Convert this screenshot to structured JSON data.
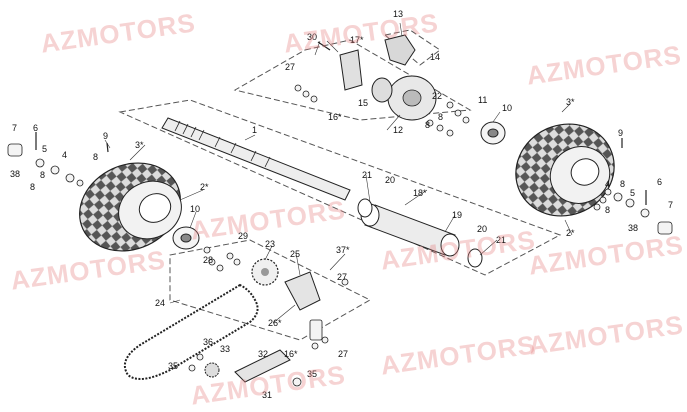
{
  "watermark": {
    "text": "AZMOTORS",
    "color": "#e48080"
  },
  "part_labels": [
    "1",
    "2*",
    "3*",
    "4",
    "5",
    "6",
    "7",
    "8",
    "9",
    "10",
    "11",
    "12",
    "13",
    "14",
    "15",
    "16*",
    "17*",
    "18*",
    "19",
    "20",
    "21",
    "22",
    "23",
    "24",
    "25",
    "26*",
    "27",
    "28",
    "29",
    "30",
    "31",
    "32",
    "33",
    "35",
    "36",
    "37*",
    "38"
  ]
}
